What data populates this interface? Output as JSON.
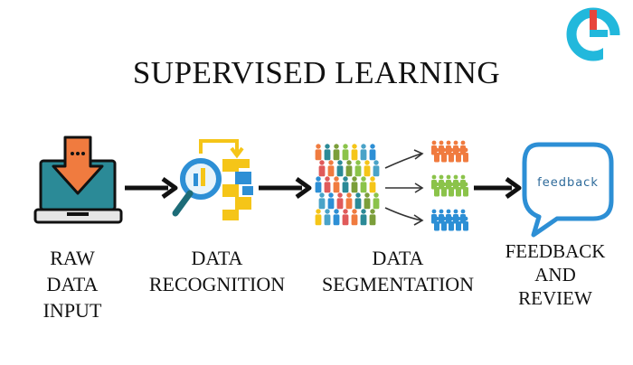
{
  "title": "SUPERVISED LEARNING",
  "stages": [
    {
      "id": "raw",
      "lines": [
        "RAW",
        "DATA",
        "INPUT"
      ],
      "icon": "laptop-download-icon"
    },
    {
      "id": "recognition",
      "lines": [
        "DATA",
        "RECOGNITION"
      ],
      "icon": "magnifier-chart-icon"
    },
    {
      "id": "segmentation",
      "lines": [
        "DATA",
        "SEGMENTATION"
      ],
      "icon": "people-groups-icon"
    },
    {
      "id": "feedback",
      "lines": [
        "FEEDBACK",
        "AND",
        "REVIEW"
      ],
      "icon": "speech-bubble-icon",
      "bubble_text": "feedback"
    }
  ],
  "colors": {
    "teal": "#2b8a97",
    "teal_dark": "#1d6c78",
    "orange": "#f07b3f",
    "yellow": "#f5c518",
    "blue": "#2d8fd5",
    "green": "#8bc34a",
    "logo_cyan": "#22b8dc",
    "logo_red": "#e8453c"
  }
}
